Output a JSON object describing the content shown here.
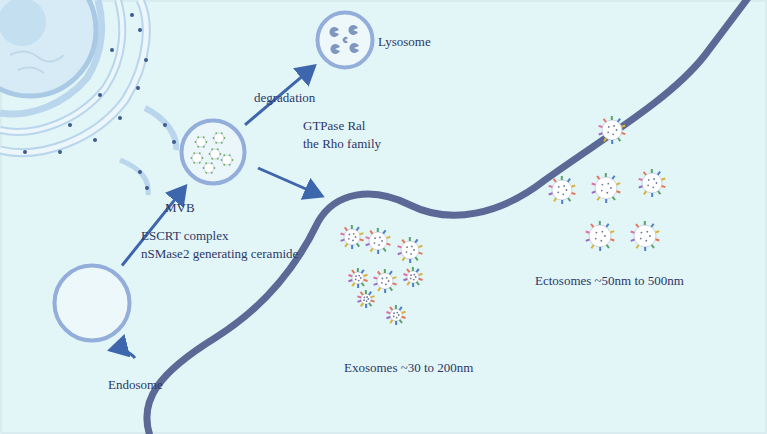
{
  "diagram": {
    "nodes": [
      {
        "text": [
          "Endosome"
        ]
      },
      {
        "text": [
          "MVB"
        ]
      },
      {
        "text": [
          "Lysosome"
        ]
      }
    ],
    "edges": [
      {
        "from": 0,
        "to": 1,
        "arrow": "to"
      },
      {
        "from": 1,
        "to": 2,
        "label": "degradation",
        "arrow": "to"
      }
    ],
    "labels": [
      "ESCRT complex",
      "nSMase2 generating ceramide",
      "GTPase Ral",
      "the Rho family",
      "Exosomes ~30 to 200nm",
      "Ectosomes ~50nm to 500nm"
    ]
  }
}
